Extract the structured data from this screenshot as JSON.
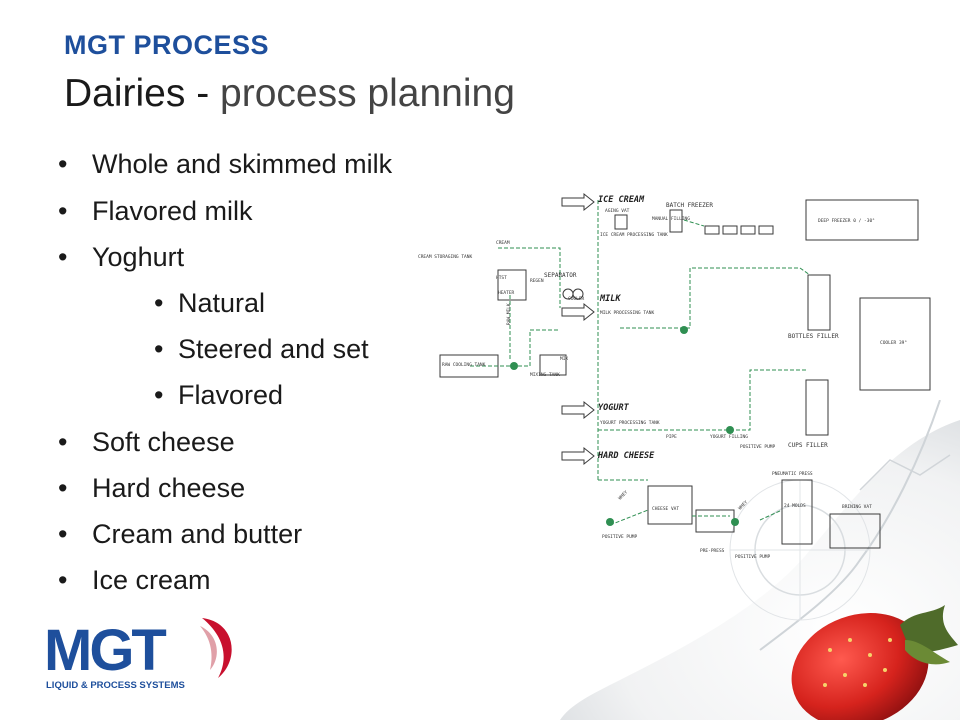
{
  "header": {
    "brand": "MGT PROCESS",
    "title_main": "Dairies - ",
    "title_sub": "process planning"
  },
  "bullets": [
    {
      "text": "Whole and skimmed milk",
      "level": 1
    },
    {
      "text": "Flavored milk",
      "level": 1
    },
    {
      "text": "Yoghurt",
      "level": 1
    },
    {
      "text": "Natural",
      "level": 2
    },
    {
      "text": "Steered and set",
      "level": 2
    },
    {
      "text": "Flavored",
      "level": 2
    },
    {
      "text": "Soft cheese",
      "level": 1
    },
    {
      "text": "Hard cheese",
      "level": 1
    },
    {
      "text": "Cream and butter",
      "level": 1
    },
    {
      "text": "Ice cream",
      "level": 1
    }
  ],
  "diagram": {
    "sections": [
      "ICE CREAM",
      "MILK",
      "YOGURT",
      "HARD CHEESE"
    ],
    "labels": {
      "aging_vat": "AGING VAT",
      "batch_freezer": "BATCH FREEZER",
      "manual_filling": "MANUAL FILLING",
      "ice_cream_tank": "ICE CREAM PROCESSING TANK",
      "deep_freezer": "DEEP FREEZER 0 / -30°",
      "cream": "CREAM",
      "cream_storage": "CREAM STORAGING TANK",
      "htst": "HTST",
      "regen": "REGEN",
      "separator": "SEPARATOR",
      "heater": "HEATER",
      "cooler": "COOLER",
      "milk_tank": "MILK PROCESSING TANK",
      "bottles_filler": "BOTTLES FILLER",
      "cooler_room": "COOLER 39°",
      "raw_milk": "RAW MILK",
      "raw_cooling_tank": "RAW COOLING TANK",
      "mix": "MIX",
      "mixing_tank": "MIXING TANK",
      "yogurt_tank": "YOGURT PROCESSING TANK",
      "pipe": "PIPE",
      "yogurt_filling": "YOGURT FILLING",
      "positive_pump": "POSITIVE PUMP",
      "cups_filler": "CUPS FILLER",
      "pneumatic_press": "PNEUMATIC PRESS",
      "cheese_vat": "CHEESE VAT",
      "molds": "24 MOLDS",
      "brining_vat": "BRINING VAT",
      "pre_press": "PRE-PRESS",
      "whey": "WHEY"
    }
  },
  "logo": {
    "name": "MGT",
    "tagline": "LIQUID & PROCESS SYSTEMS"
  },
  "colors": {
    "brand_blue": "#1e4f9c",
    "logo_red": "#c8102e",
    "diagram_line": "#2f8f52",
    "text": "#1a1a1a"
  }
}
